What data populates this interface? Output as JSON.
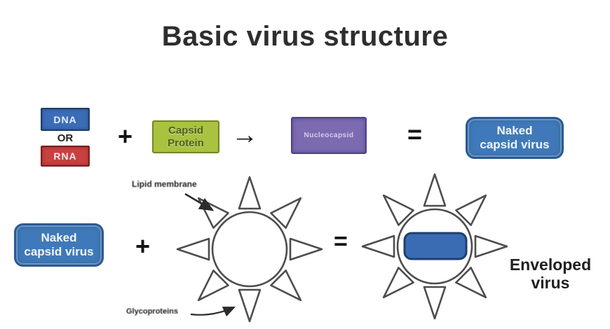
{
  "title": "Basic virus structure",
  "row1": {
    "dna_label": "DNA",
    "or_label": "OR",
    "rna_label": "RNA",
    "plus": "+",
    "capsid_protein_label": "Capsid\nProtein",
    "arrow": "→",
    "nucleocapsid_label": "Nucleocapsid",
    "equals": "=",
    "naked_capsid_label": "Naked\ncapsid virus"
  },
  "row2": {
    "naked_capsid_label": "Naked\ncapsid virus",
    "plus": "+",
    "lipid_membrane_label": "Lipid membrane",
    "glycoproteins_label": "Glycoproteins",
    "equals": "=",
    "enveloped_label": "Enveloped\nvirus"
  },
  "colors": {
    "dna_fill": "#3b6cb7",
    "rna_fill": "#c84040",
    "capsid_fill": "#a9c23f",
    "nucleocapsid_fill": "#7c6bb1",
    "naked_capsid_fill": "#3f79b9",
    "envelope_outline": "#4d4d4d",
    "core_fill": "#3a6cb4",
    "title_text": "#2e2e2e"
  }
}
